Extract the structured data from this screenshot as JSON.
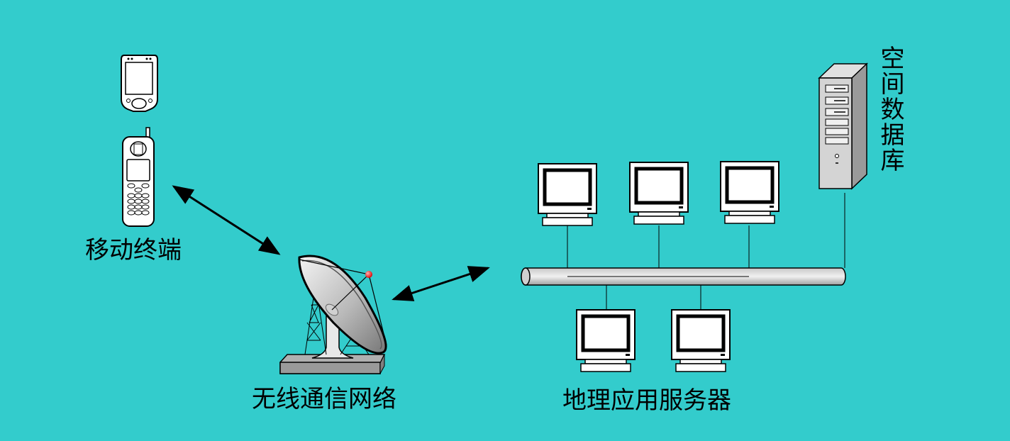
{
  "diagram": {
    "background_color": "#33CCCC",
    "nodes": {
      "mobile_terminal": {
        "label": "移动终端",
        "icons": [
          "pda-icon",
          "mobile-phone-icon"
        ]
      },
      "wireless_network": {
        "label": "无线通信网络",
        "icon": "satellite-dish-icon"
      },
      "geo_app_servers": {
        "label": "地理应用服务器",
        "icon": "computer-icon",
        "count": 5
      },
      "spatial_database": {
        "label": "空间数据库",
        "icon": "server-tower-icon"
      }
    },
    "edges": [
      {
        "from": "mobile_terminal",
        "to": "wireless_network",
        "type": "bidirectional-arrow"
      },
      {
        "from": "wireless_network",
        "to": "geo_app_servers",
        "type": "bidirectional-arrow"
      },
      {
        "from": "geo_app_servers",
        "to": "spatial_database",
        "type": "network-bus"
      }
    ]
  }
}
